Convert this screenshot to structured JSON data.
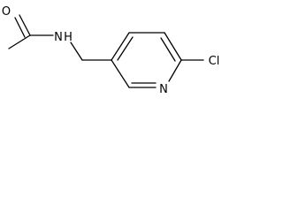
{
  "molecule": {
    "atoms": {
      "oxygen": "O",
      "amide_nitrogen": "N",
      "amide_hydrogen": "H",
      "ring_nitrogen": "N",
      "chlorine": "Cl"
    }
  }
}
